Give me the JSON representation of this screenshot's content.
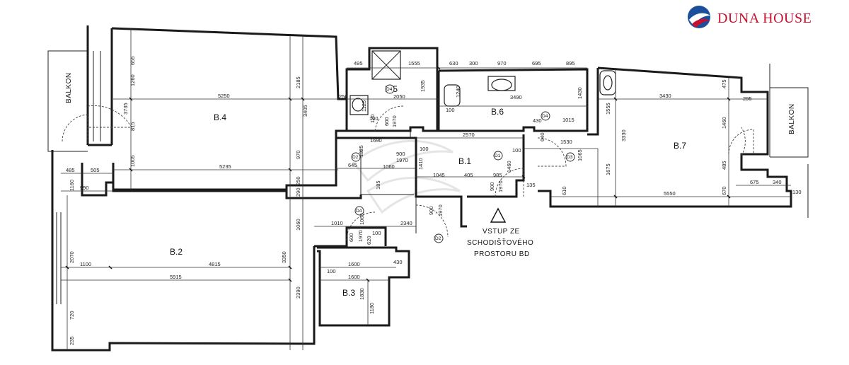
{
  "brand": {
    "name": "DUNA HOUSE",
    "logo_primary": "#1b4e9b",
    "logo_accent": "#c8102e"
  },
  "rooms": [
    {
      "id": "b4",
      "label": "B.4"
    },
    {
      "id": "b5",
      "label": "B.5"
    },
    {
      "id": "b6",
      "label": "B.6"
    },
    {
      "id": "b1",
      "label": "B.1"
    },
    {
      "id": "b7",
      "label": "B.7"
    },
    {
      "id": "b2",
      "label": "B.2"
    },
    {
      "id": "b3",
      "label": "B.3"
    }
  ],
  "balconies": {
    "left": "BALKON",
    "right": "BALKON"
  },
  "entrance": [
    "VSTUP ZE",
    "SCHODIŠŤOVÉHO",
    "PROSTORU BD"
  ],
  "door_tags": {
    "d1": "D1",
    "d2": "D2",
    "d3": "D3",
    "d4": "D4"
  },
  "dimensions": {
    "b4_width": "5250",
    "b4_width_lower": "5235",
    "b4_top_h": "655",
    "b4_h1": "1260",
    "b4_h2": "3735",
    "b4_h3": "815",
    "b4_h4": "1005",
    "b4_depth": "3405",
    "b4_depth2": "2185",
    "b4_side": "970",
    "bal_w1": "485",
    "bal_w2": "505",
    "b2_offset": "990",
    "b2_h1": "1160",
    "b5_w1": "495",
    "b5_w2": "1555",
    "b5_w3": "2050",
    "b5_h": "1935",
    "b5_shower": "250",
    "b5_sink": "1125",
    "b5_door": "600",
    "b5_door_h": "1970",
    "b5_small": "100",
    "b5_c": "120",
    "b6_w1": "630",
    "b6_w2": "300",
    "b6_w3": "970",
    "b6_w4": "695",
    "b6_w5": "895",
    "b6_total": "3490",
    "b6_h": "1430",
    "b6_wc": "1240",
    "b6_small": "100",
    "b6_side": "1015",
    "b6_d": "430",
    "b7_w1": "3430",
    "b7_top": "475",
    "b7_small": "295",
    "b7_side": "1555",
    "b7_h": "3330",
    "b7_left": "1675",
    "b7_h2": "1460",
    "b7_h3": "485",
    "b7_h4": "670",
    "b7_bottom": "5550",
    "b7_610": "610",
    "b7_675": "675",
    "b7_340": "340",
    "b7_130": "130",
    "b1_w": "2570",
    "b1_h1": "1690",
    "b1_door": "900",
    "b1_door_h": "1970",
    "b1_1060": "1060",
    "b1_645": "645",
    "b1_1325": "1325",
    "b1_1410": "1410",
    "b1_1045": "1045",
    "b1_405": "405",
    "b1_985": "985",
    "b1_1460": "1460",
    "b1_135": "135",
    "b1_185": "185",
    "b1_1530": "1530",
    "b1_1065": "1065",
    "b1_640": "640",
    "b1_100a": "100",
    "b1_100b": "100",
    "b2_4815": "4815",
    "b2_5915": "5915",
    "b2_1100": "1100",
    "b2_2070": "2070",
    "b2_720": "720",
    "b2_235": "235",
    "b2_3350": "3350",
    "b2_2390": "2390",
    "b2_1060": "1060",
    "b2_290": "290",
    "b2_250": "250",
    "b2_1010": "1010",
    "b2_2340": "2340",
    "b2_600": "600",
    "b2_1970": "1970",
    "b2_100": "100",
    "b2_620": "620",
    "b2_1060b": "1060",
    "b3_1600": "1600",
    "b3_1600b": "1600",
    "b3_430": "430",
    "b3_100": "100",
    "b3_1830": "1830",
    "b3_1180": "1180"
  }
}
